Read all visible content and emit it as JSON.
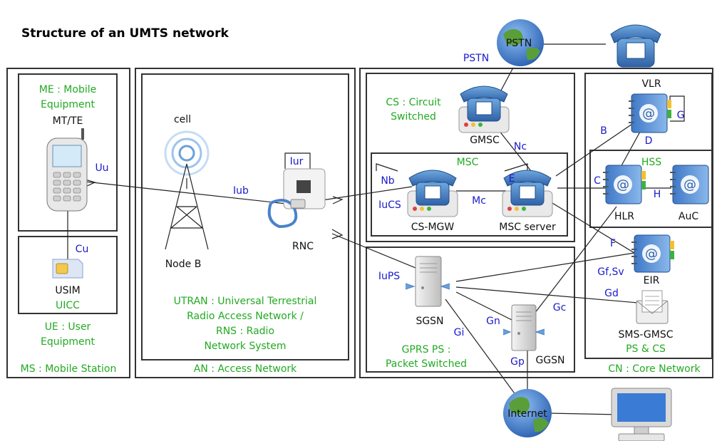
{
  "title": "Structure of an UMTS network",
  "groups": {
    "ms": "MS : Mobile Station",
    "me": [
      "ME : Mobile",
      "Equipment"
    ],
    "uicc": "UICC",
    "ue": [
      "UE : User",
      "Equipment"
    ],
    "an": "AN : Access Network",
    "utran": [
      "UTRAN : Universal Terrestrial",
      "Radio Access Network /",
      "RNS : Radio",
      "Network System"
    ],
    "cs": [
      "CS : Circuit",
      "Switched"
    ],
    "msc": "MSC",
    "gprs": [
      "GPRS PS :",
      "Packet Switched"
    ],
    "cn": "CN : Core Network",
    "hss": "HSS",
    "ps_cs": "PS & CS"
  },
  "nodes": {
    "mtte": "MT/TE",
    "usim": "USIM",
    "cell": "cell",
    "nodeb": "Node B",
    "rnc": "RNC",
    "gmsc": "GMSC",
    "csmgw": "CS-MGW",
    "mscserver": "MSC server",
    "vlr": "VLR",
    "hlr": "HLR",
    "auc": "AuC",
    "eir": "EIR",
    "smsgmsc": "SMS-GMSC",
    "sgsn": "SGSN",
    "ggsn": "GGSN",
    "pstn": "PSTN",
    "internet": "Internet"
  },
  "interfaces": {
    "uu": "Uu",
    "cu": "Cu",
    "iub": "Iub",
    "iur": "Iur",
    "iucs": "IuCS",
    "iups": "IuPS",
    "pstn": "PSTN",
    "nb": "Nb",
    "nc": "Nc",
    "mc": "Mc",
    "e": "E",
    "b": "B",
    "d": "D",
    "g": "G",
    "c": "C",
    "h": "H",
    "f": "F",
    "gfsv": "Gf,Sv",
    "gd": "Gd",
    "gc": "Gc",
    "gn": "Gn",
    "gi": "Gi",
    "gp": "Gp"
  },
  "colors": {
    "group_label": "#22aa22",
    "interface_label": "#1a1acc",
    "phone": "#3a7bbf",
    "globe": "#3a6fc4",
    "land": "#5a9e3a"
  }
}
